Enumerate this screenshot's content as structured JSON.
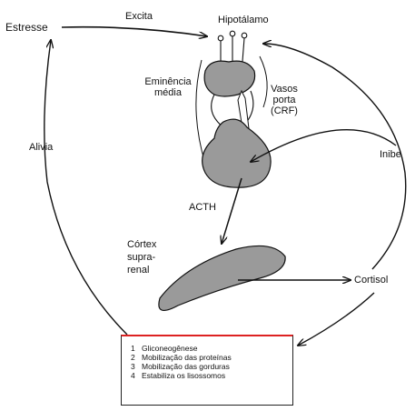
{
  "labels": {
    "stress": "Estresse",
    "excites": "Excita",
    "hypothalamus": "Hipotálamo",
    "median_eminence_line1": "Eminência",
    "median_eminence_line2": "média",
    "portal_vessels_line1": "Vasos",
    "portal_vessels_line2": "porta",
    "portal_vessels_line3": "(CRF)",
    "relieves": "Alivia",
    "inhibits": "Inibe",
    "acth": "ACTH",
    "cortex_line1": "Córtex",
    "cortex_line2": "supra-",
    "cortex_line3": "renal",
    "cortisol": "Cortisol"
  },
  "effects": [
    {
      "num": "1",
      "text": "Gliconeogênese"
    },
    {
      "num": "2",
      "text": "Mobilização das proteínas"
    },
    {
      "num": "3",
      "text": "Mobilização das gorduras"
    },
    {
      "num": "4",
      "text": "Estabiliza os lisossomos"
    }
  ],
  "colors": {
    "fill": "#9a9a9a",
    "stroke": "#111111",
    "box_top": "#dd2222"
  }
}
